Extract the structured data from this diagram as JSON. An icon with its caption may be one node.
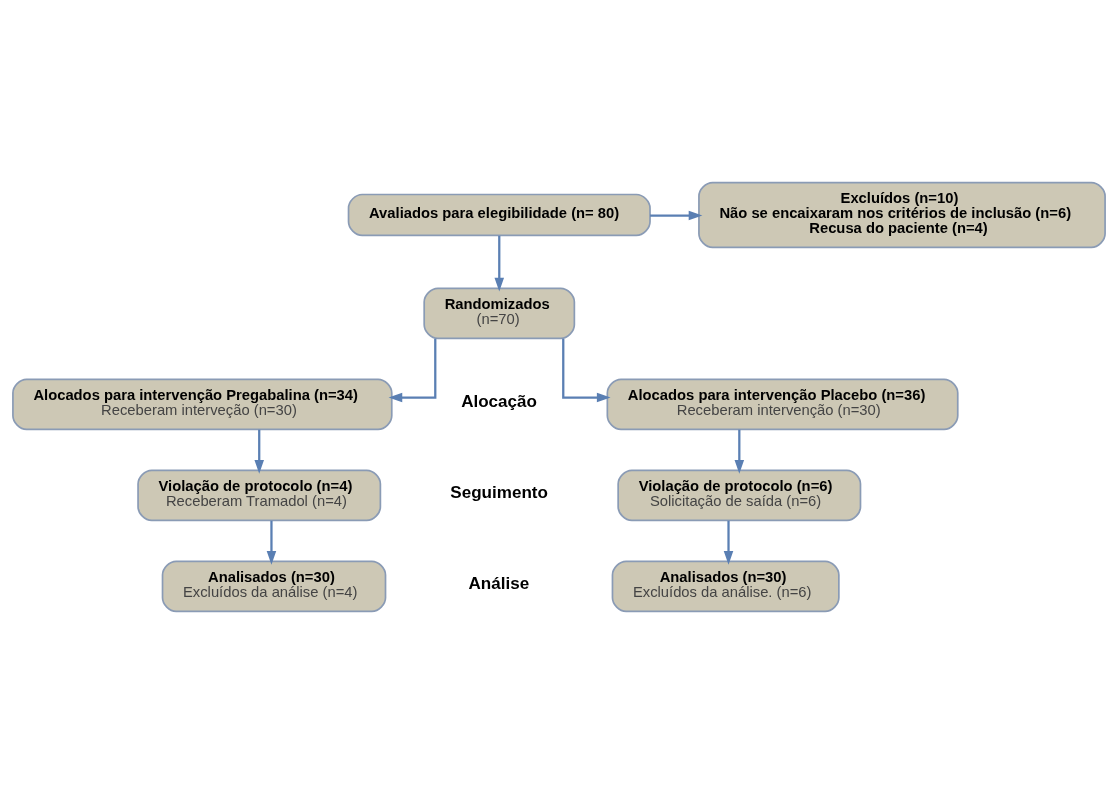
{
  "diagram": {
    "nodes": [
      {
        "text": [
          "Avaliados para elegibilidade (n= 80)"
        ]
      },
      {
        "text": [
          "Excluídos (n=10)",
          "Não se encaixaram nos critérios de inclusão (n=6)",
          "Recusa do paciente (n=4)"
        ]
      },
      {
        "text": [
          "Randomizados",
          "(n=70)"
        ]
      },
      {
        "text": [
          "Alocados para intervenção Pregabalina (n=34)",
          "Receberam interveção (n=30)"
        ]
      },
      {
        "text": [
          "Alocados para intervenção Placebo (n=36)",
          "Receberam intervenção (n=30)"
        ]
      },
      {
        "text": [
          "Violação de protocolo (n=4)",
          "Receberam Tramadol (n=4)"
        ]
      },
      {
        "text": [
          "Violação de protocolo (n=6)",
          "Solicitação de saída (n=6)"
        ]
      },
      {
        "text": [
          "Analisados (n=30)",
          "Excluídos da análise (n=4)"
        ]
      },
      {
        "text": [
          "Analisados (n=30)",
          "Excluídos da análise. (n=6)"
        ]
      }
    ],
    "edges": [
      {
        "from": 0,
        "to": 1,
        "arrow": "to"
      },
      {
        "from": 0,
        "to": 2,
        "arrow": "to"
      },
      {
        "from": 2,
        "to": 3,
        "arrow": "to"
      },
      {
        "from": 2,
        "to": 4,
        "arrow": "to"
      },
      {
        "from": 3,
        "to": 5,
        "arrow": "to"
      },
      {
        "from": 4,
        "to": 6,
        "arrow": "to"
      },
      {
        "from": 5,
        "to": 7,
        "arrow": "to"
      },
      {
        "from": 6,
        "to": 8,
        "arrow": "to"
      }
    ],
    "labels": [
      "Alocação",
      "Seguimento",
      "Análise"
    ]
  }
}
